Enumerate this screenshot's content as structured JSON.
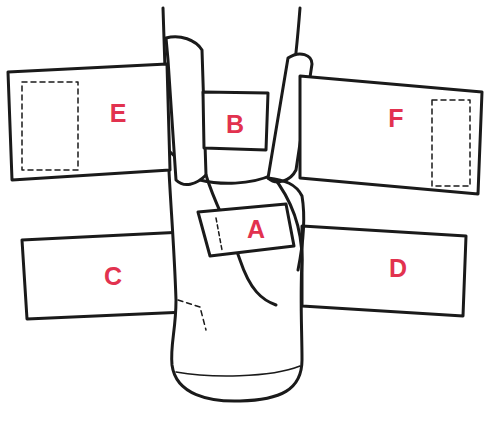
{
  "diagram": {
    "labels": [
      "E",
      "B",
      "F",
      "A",
      "C",
      "D"
    ]
  }
}
